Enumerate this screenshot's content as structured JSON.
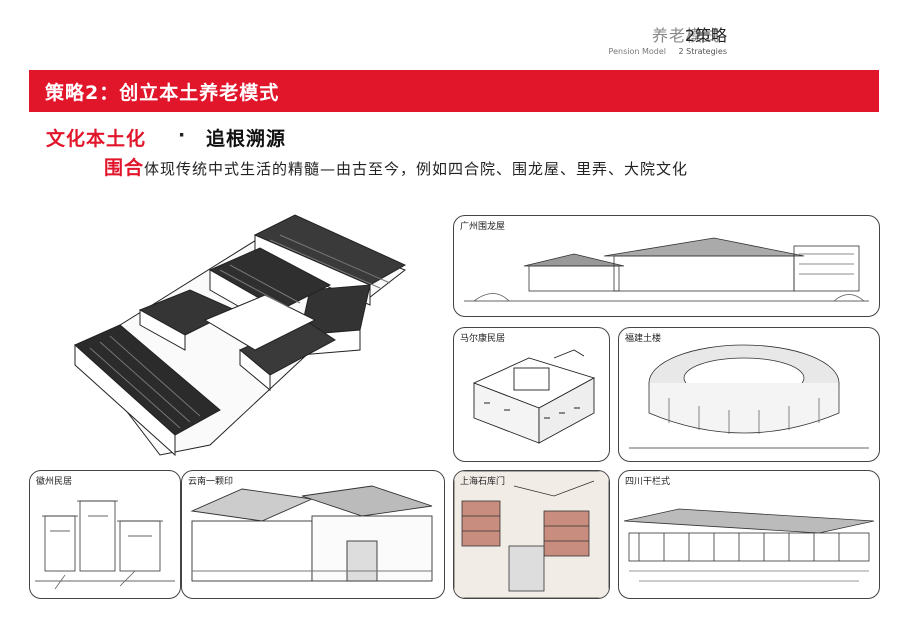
{
  "header": {
    "section_cn": "养老模式",
    "section_num": "2策略",
    "section_en": "Pension Model",
    "section_en_num": "2 Strategies"
  },
  "banner": {
    "title": "策略2：创立本土养老模式"
  },
  "subtitle": {
    "left": "文化本土化",
    "dot": "·",
    "right": "追根溯源"
  },
  "body": {
    "highlight": "围合",
    "text": "体现传统中式生活的精髓—由古至今，例如四合院、围龙屋、里弄、大院文化"
  },
  "panels": {
    "guangzhou": "广州围龙屋",
    "maerkang": "马尔康民居",
    "fujian": "福建土楼",
    "huizhou": "徽州民居",
    "yunnan": "云南一颗印",
    "shanghai": "上海石库门",
    "sichuan": "四川干栏式"
  },
  "colors": {
    "accent": "#e2162b",
    "ink": "#222222"
  }
}
